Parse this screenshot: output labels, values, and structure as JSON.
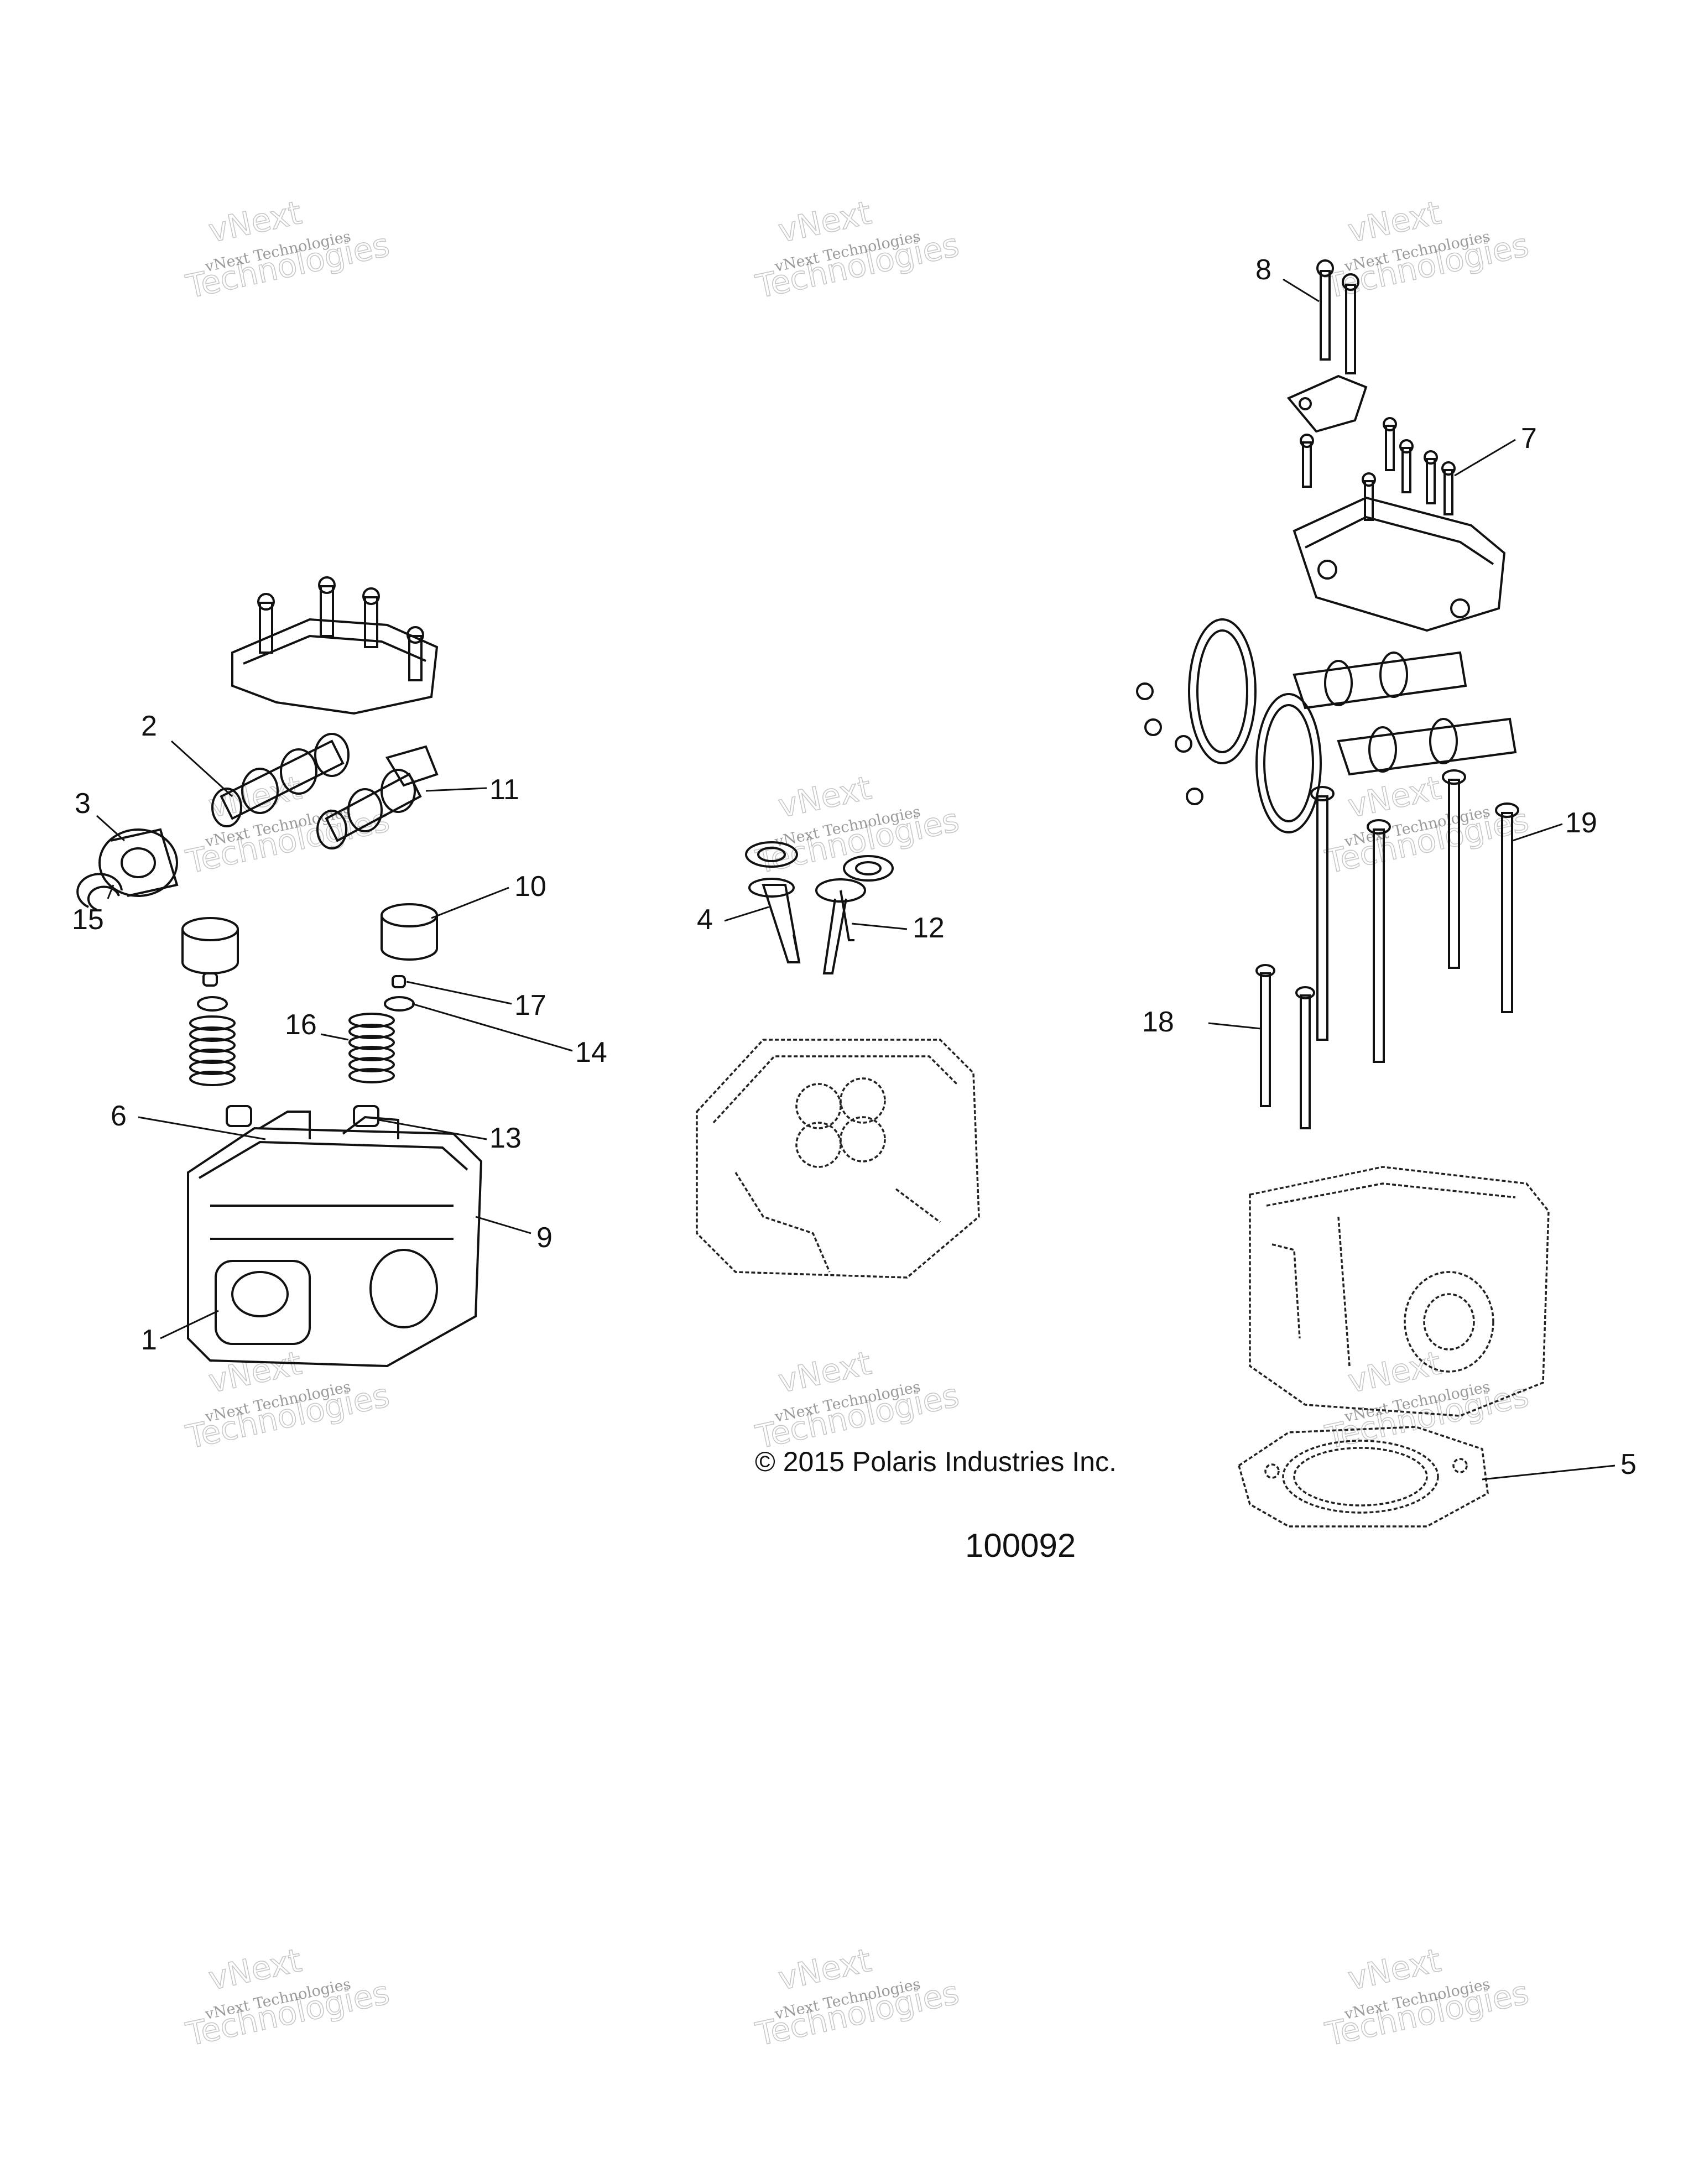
{
  "copyright": "© 2015 Polaris Industries Inc.",
  "figure_number": "100092",
  "watermark": {
    "line1": "vNext Technologies",
    "line2": "vNext",
    "line3": "Technologies"
  },
  "callouts": [
    "1",
    "2",
    "3",
    "4",
    "5",
    "6",
    "7",
    "8",
    "9",
    "10",
    "11",
    "12",
    "13",
    "14",
    "15",
    "16",
    "17",
    "18",
    "19"
  ]
}
